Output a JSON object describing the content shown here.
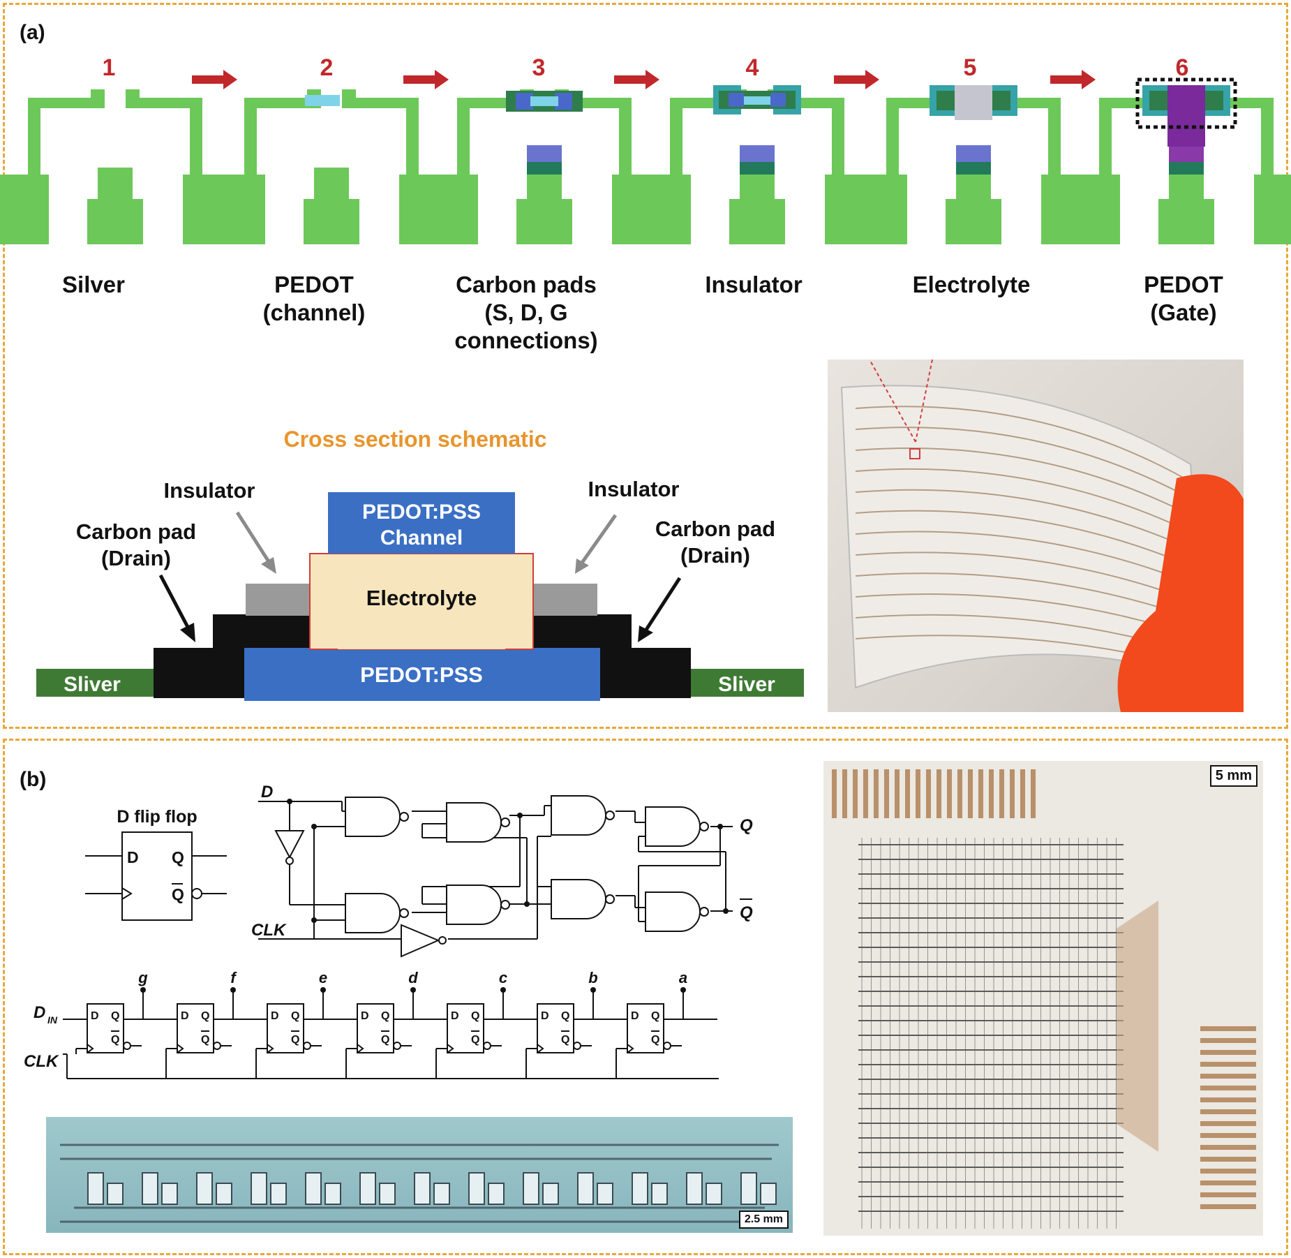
{
  "panel_a": {
    "label": "(a)",
    "steps": [
      {
        "num": "1",
        "label": "Silver"
      },
      {
        "num": "2",
        "label": "PEDOT\n(channel)"
      },
      {
        "num": "3",
        "label": "Carbon pads\n(S, D, G\nconnections)"
      },
      {
        "num": "4",
        "label": "Insulator"
      },
      {
        "num": "5",
        "label": "Electrolyte"
      },
      {
        "num": "6",
        "label": "PEDOT\n(Gate)"
      }
    ],
    "cross_section": {
      "title": "Cross section schematic",
      "insulator_left": "Insulator",
      "insulator_right": "Insulator",
      "carbon_left": "Carbon pad\n(Drain)",
      "carbon_right": "Carbon pad\n(Drain)",
      "channel": "PEDOT:PSS\nChannel",
      "electrolyte": "Electrolyte",
      "substrate": "PEDOT:PSS",
      "silver_left": "Sliver",
      "silver_right": "Sliver"
    },
    "colors": {
      "silver": "#6dc85a",
      "pedot": "#3a6fc4",
      "carbon": "#111111",
      "insulator": "#9a9a9a",
      "electrolyte": "#f7e6bd",
      "arrow": "#c0282b",
      "title": "#e8952e",
      "sliver_bar": "#3f7a35"
    }
  },
  "panel_b": {
    "label": "(b)",
    "dff_title": "D flip flop",
    "dff_pins": {
      "d": "D",
      "q": "Q",
      "qbar": "Q"
    },
    "circuit_labels": {
      "d": "D",
      "q": "Q",
      "qbar": "Q",
      "clk": "CLK"
    },
    "shift_outputs": [
      "g",
      "f",
      "e",
      "d",
      "c",
      "b",
      "a"
    ],
    "shift_inputs": {
      "din": "D",
      "din_sub": "IN",
      "clk": "CLK"
    },
    "scale_bottom": "2.5 mm",
    "scale_right": "5 mm"
  }
}
